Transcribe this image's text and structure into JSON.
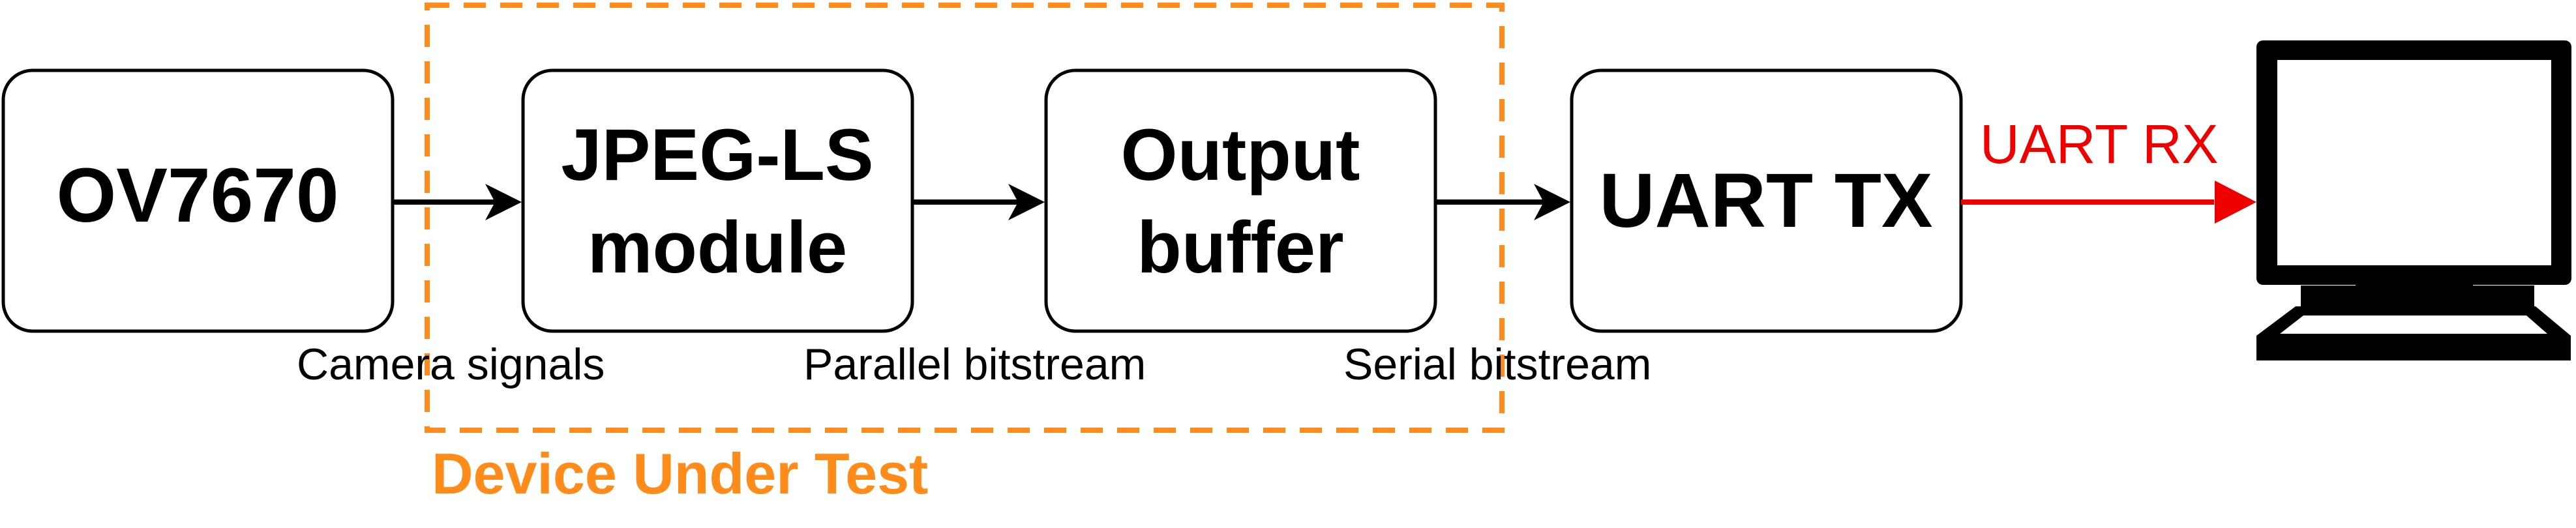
{
  "blocks": {
    "camera": "OV7670",
    "jpeg_line1": "JPEG-LS",
    "jpeg_line2": "module",
    "buffer_line1": "Output",
    "buffer_line2": "buffer",
    "uart_tx": "UART TX"
  },
  "edge_labels": {
    "camera_signals": "Camera signals",
    "parallel_bitstream": "Parallel bitstream",
    "serial_bitstream": "Serial bitstream",
    "uart_rx": "UART RX"
  },
  "dut_label": "Device Under Test",
  "icons": {
    "receiver": "computer-monitor-icon"
  },
  "colors": {
    "dut_border": "#FF8C1A",
    "uart_rx_arrow": "#EE0000",
    "block_border": "#000000"
  }
}
